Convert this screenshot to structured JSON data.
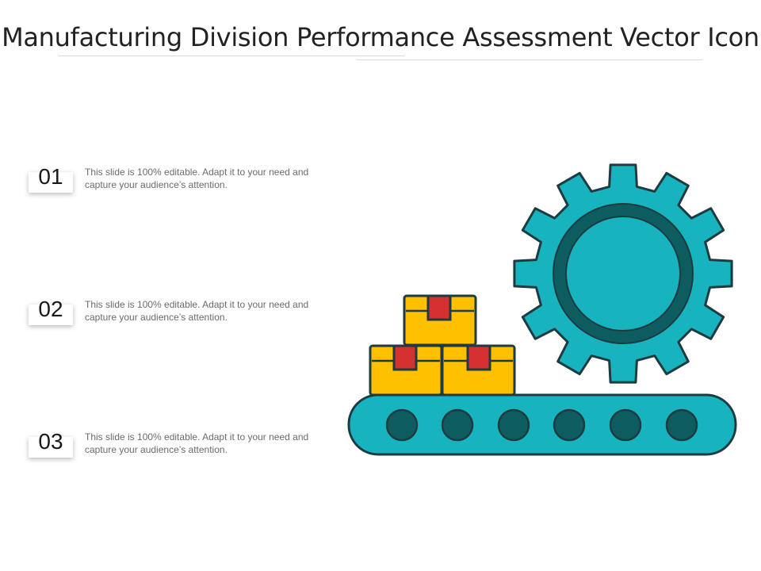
{
  "slide": {
    "title": "Manufacturing Division Performance Assessment Vector Icon"
  },
  "items": [
    {
      "number": "01",
      "text": "This slide is 100% editable. Adapt it to your need and capture your audience’s attention."
    },
    {
      "number": "02",
      "text": "This slide is 100% editable. Adapt it to your need and capture your audience’s attention."
    },
    {
      "number": "03",
      "text": "This slide is 100% editable. Adapt it to your need and capture your audience’s attention."
    }
  ],
  "illustration": {
    "icons": [
      "gear-icon",
      "box-icon",
      "conveyor-belt-icon"
    ],
    "colors": {
      "teal": "#17b4bf",
      "dark_teal": "#0d5c60",
      "box_yellow": "#ffc000",
      "box_tape_red": "#d63131",
      "outline": "#1d3b40"
    }
  }
}
